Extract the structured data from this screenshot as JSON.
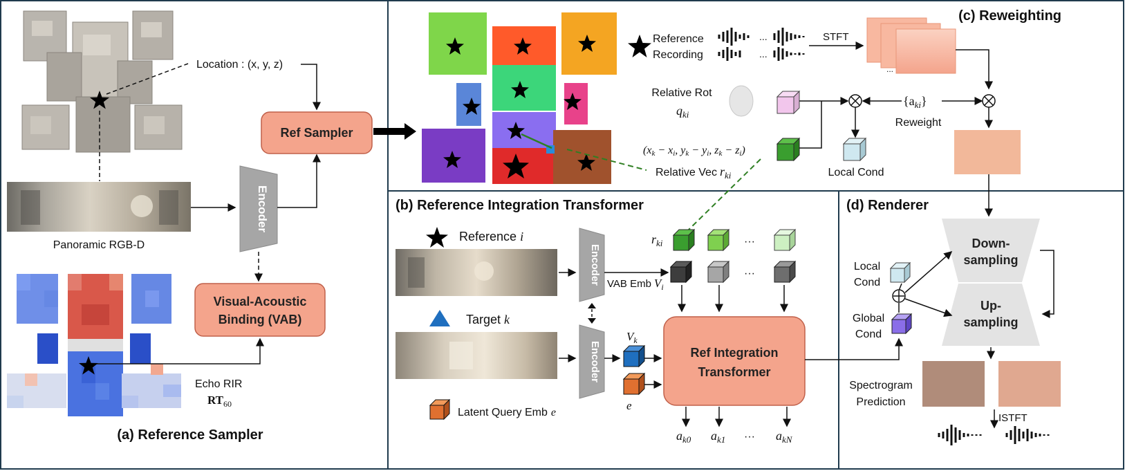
{
  "panels": {
    "a_title": "(a) Reference Sampler",
    "b_title": "(b) Reference Integration Transformer",
    "c_title": "(c) Reweighting",
    "d_title": "(d) Renderer"
  },
  "panel_a": {
    "location_label": "Location : (x, y, z)",
    "pano_label": "Panoramic RGB-D",
    "encoder_label": "Encoder",
    "ref_sampler_label": "Ref Sampler",
    "vab_line1": "Visual-Acoustic",
    "vab_line2": "Binding (VAB)",
    "echo_label": "Echo RIR",
    "rt60_main": "RT",
    "rt60_sub": "60"
  },
  "panel_b": {
    "reference_label": "Reference",
    "reference_var": "i",
    "target_label": "Target",
    "target_var": "k",
    "encoder_label": "Encoder",
    "r_ki": "r",
    "r_ki_sub": "ki",
    "vab_emb_label": "VAB Emb",
    "vab_emb_var": "V",
    "vab_emb_sub": "i",
    "v_k": "V",
    "v_k_sub": "k",
    "e_label": "e",
    "ellipsis": "···",
    "latent_label": "Latent Query Emb",
    "latent_var": "e",
    "transformer_line1": "Ref Integration",
    "transformer_line2": "Transformer",
    "outputs": [
      "a",
      "a",
      "a"
    ],
    "output_subs": [
      "k0",
      "k1",
      "kN"
    ]
  },
  "panel_c": {
    "reference_line1": "Reference",
    "reference_line2": "Recording",
    "stft_label": "STFT",
    "relative_rot_label": "Relative Rot",
    "q_ki": "q",
    "q_ki_sub": "ki",
    "weights": "{a",
    "weights_sub": "ki",
    "weights_close": "}",
    "reweight_label": "Reweight",
    "vector_expr": "(x",
    "relative_vec_label": "Relative Vec",
    "r_ki": "r",
    "r_ki_sub": "ki",
    "local_cond_label": "Local  Cond",
    "dots": "..."
  },
  "panel_d": {
    "down_line1": "Down-",
    "down_line2": "sampling",
    "up_line1": "Up-",
    "up_line2": "sampling",
    "local_cond_line1": "Local",
    "local_cond_line2": "Cond",
    "global_cond_line1": "Global",
    "global_cond_line2": "Cond",
    "spectrogram_line1": "Spectrogram",
    "spectrogram_line2": "Prediction",
    "istft_label": "ISTFT"
  },
  "colors": {
    "salmon_box": "#f4a48c",
    "salmon_border": "#c0604a",
    "panel_border": "#1f3a4d",
    "encoder_gray": "#a6a6a6",
    "heat_blue": "#5b7fe0",
    "heat_red": "#d9584a",
    "green_cube": "#3a9e2f",
    "dark_cube": "#3d3d3d",
    "blue_cube": "#1f6fbf",
    "orange_cube": "#e07030",
    "purple_cube": "#8a6ee8",
    "lightblue_cube": "#cfe8f0",
    "pink_cube": "#f2c6ec",
    "spectro_dark": "#b08c7a",
    "spectro_light": "#e0a890"
  }
}
